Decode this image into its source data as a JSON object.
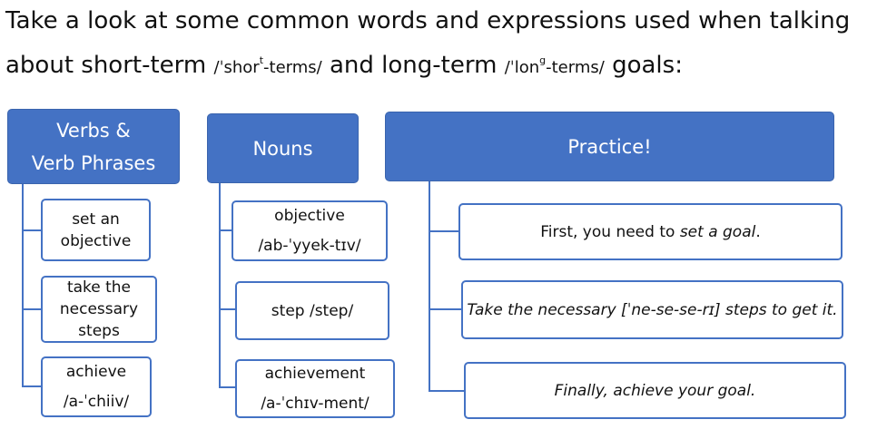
{
  "title": {
    "line1": "Take a look at some common words and expressions used when talking",
    "about": "about short-term ",
    "short_pron_pre": "/ˈshor",
    "short_pron_sup": "t",
    "short_pron_post": "-terms/",
    "and_long": " and long-term ",
    "long_pron_pre": "/ˈlon",
    "long_pron_sup": "g",
    "long_pron_post": "-terms/",
    "goals": " goals:"
  },
  "columns": {
    "verbs": {
      "header_line1": "Verbs &",
      "header_line2": "Verb Phrases",
      "items": [
        {
          "line1": "set an",
          "line2": "objective"
        },
        {
          "line1": "take the",
          "line2": "necessary",
          "line3": "steps"
        },
        {
          "line1": "achieve",
          "line2": "/a-ˈchiiv/"
        }
      ]
    },
    "nouns": {
      "header": "Nouns",
      "items": [
        {
          "line1": "objective",
          "line2": "/ab-ˈyyek-tɪv/"
        },
        {
          "line1": "step /step/"
        },
        {
          "line1": "achievement",
          "line2": "/a-ˈchɪv-ment/"
        }
      ]
    },
    "practice": {
      "header": "Practice!",
      "items": [
        {
          "pre": "First, you need to ",
          "italic": "set a goal",
          "post": "."
        },
        {
          "italic": "Take the necessary [ˈne-se-se-rɪ] steps to get it."
        },
        {
          "italic": "Finally, achieve your goal."
        }
      ]
    }
  },
  "colors": {
    "accent": "#4472c4",
    "header_text": "#ffffff"
  }
}
